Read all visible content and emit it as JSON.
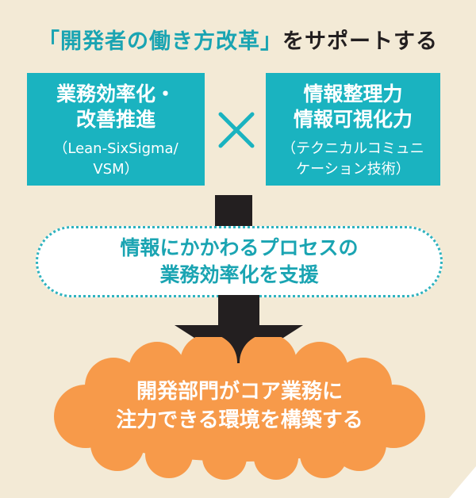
{
  "title": {
    "highlight": "「開発者の働き方改革」",
    "rest": "をサポートする"
  },
  "left_box": {
    "line1": "業務効率化・",
    "line2": "改善推進",
    "line3": "（Lean-SixSigma/",
    "line4": "VSM）"
  },
  "right_box": {
    "line1": "情報整理力",
    "line2": "情報可視化力",
    "line3": "（テクニカルコミュニ",
    "line4": "ケーション技術）"
  },
  "operator_icon": "times-icon",
  "middle": {
    "line1": "情報にかかわるプロセスの",
    "line2": "業務効率化を支援"
  },
  "result": {
    "line1": "開発部門がコア業務に",
    "line2": "注力できる環境を構築する"
  },
  "colors": {
    "background": "#f3ead6",
    "teal": "#1ab3c0",
    "teal_text": "#1aa4b2",
    "orange": "#f79a4a",
    "dark": "#231f20"
  }
}
